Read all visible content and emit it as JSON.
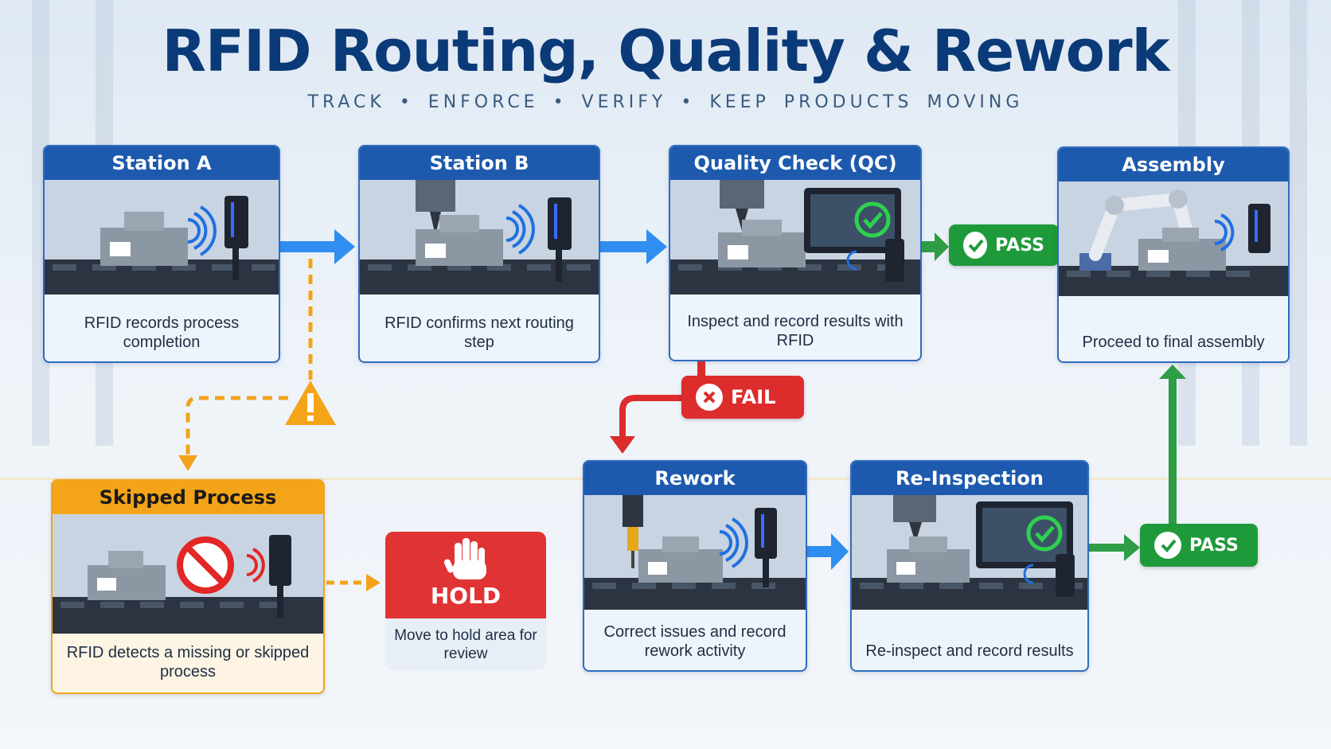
{
  "title": "RFID Routing, Quality & Rework",
  "subtitle": "TRACK  •  ENFORCE  •  VERIFY  •  KEEP PRODUCTS MOVING",
  "stations": {
    "station_a": {
      "title": "Station A",
      "caption": "RFID records process completion"
    },
    "station_b": {
      "title": "Station B",
      "caption": "RFID confirms next routing step"
    },
    "qc": {
      "title": "Quality Check (QC)",
      "caption": "Inspect and record results with RFID"
    },
    "assembly": {
      "title": "Assembly",
      "caption": "Proceed to final assembly"
    },
    "skipped": {
      "title": "Skipped Process",
      "caption": "RFID detects a missing or skipped process"
    },
    "rework": {
      "title": "Rework",
      "caption": "Correct issues and record rework activity"
    },
    "reinspection": {
      "title": "Re-Inspection",
      "caption": "Re-inspect and record results"
    }
  },
  "hold": {
    "label": "HOLD",
    "caption": "Move to hold area for review"
  },
  "badges": {
    "pass_top": "PASS",
    "fail": "FAIL",
    "pass_bottom": "PASS"
  },
  "colors": {
    "primary": "#1d5aad",
    "accent_blue": "#2f8ef0",
    "pass": "#1f9a3b",
    "fail": "#dd2c2c",
    "warning": "#f4a418"
  },
  "icons": [
    "rfid-wave-icon",
    "rfid-reader-icon",
    "check-icon",
    "x-icon",
    "warning-icon",
    "no-entry-icon",
    "hand-stop-icon"
  ]
}
